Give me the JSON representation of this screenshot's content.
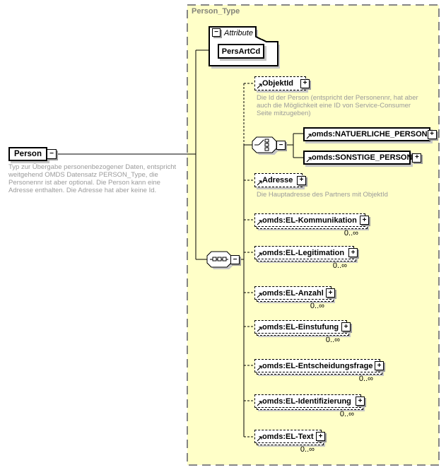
{
  "container": {
    "title": "Person_Type",
    "fill": "#ffffc8",
    "border_color": "#858585"
  },
  "root": {
    "name": "Person",
    "annotation_lines": [
      "Typ zur Übergabe personenbezogener Daten, entspricht",
      "weitgehend OMDS Datensatz PERSON_Type, die",
      "Personennr ist aber optional. Die Person kann eine",
      "Adresse enthalten. Die Adresse hat aber keine Id."
    ]
  },
  "attribute_section": {
    "label": "Attribute",
    "attributes": [
      {
        "name": "PersArtCd"
      }
    ]
  },
  "choice": {
    "options": [
      {
        "name": "omds:NATUERLICHE_PERSON"
      },
      {
        "name": "omds:SONSTIGE_PERSON"
      }
    ]
  },
  "elements": [
    {
      "name": "ObjektId",
      "annotation_lines": [
        "Die Id der Person (entspricht der Personennr, hat aber",
        "auch die Möglichkeit eine ID von Service-Consumer",
        "Seite mitzugeben)"
      ]
    },
    {
      "name": "Adresse",
      "annotation_lines": [
        "Die Hauptadresse des Partners mit ObjektId"
      ]
    },
    {
      "name": "omds:EL-Kommunikation",
      "occurrence": "0..∞"
    },
    {
      "name": "omds:EL-Legitimation",
      "occurrence": "0..∞"
    },
    {
      "name": "omds:EL-Anzahl",
      "occurrence": "0..∞"
    },
    {
      "name": "omds:EL-Einstufung",
      "occurrence": "0..∞"
    },
    {
      "name": "omds:EL-Entscheidungsfrage",
      "occurrence": "0..∞"
    },
    {
      "name": "omds:EL-Identifizierung",
      "occurrence": "0..∞"
    },
    {
      "name": "omds:EL-Text",
      "occurrence": "0..∞"
    }
  ],
  "icons": {
    "expand": "+",
    "collapse": "−"
  }
}
